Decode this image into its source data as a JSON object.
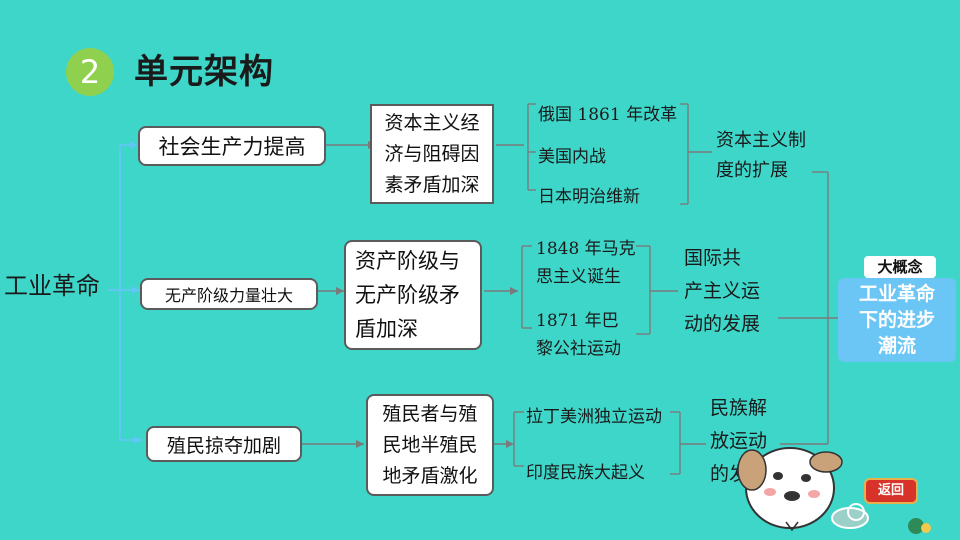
{
  "header": {
    "section_number": "2",
    "title": "单元架构"
  },
  "root": {
    "label": "工业革命"
  },
  "level1": [
    {
      "label": "社会生产力提高"
    },
    {
      "label": "无产阶级力量壮大"
    },
    {
      "label": "殖民掠夺加剧"
    }
  ],
  "level2": [
    {
      "lines": [
        "资本主义经",
        "济与阻碍因",
        "素矛盾加深"
      ]
    },
    {
      "lines": [
        "资产阶级与",
        "无产阶级矛",
        "盾加深"
      ]
    },
    {
      "lines": [
        "殖民者与殖",
        "民地半殖民",
        "地矛盾激化"
      ]
    }
  ],
  "level3": [
    {
      "items": [
        "俄国 1861 年改革",
        "美国内战",
        "日本明治维新"
      ]
    },
    {
      "items": [
        "1848 年马克",
        "思主义诞生",
        "1871 年巴",
        "黎公社运动"
      ]
    },
    {
      "items": [
        "拉丁美洲独立运动",
        "印度民族大起义"
      ]
    }
  ],
  "level4": [
    {
      "lines": [
        "资本主义制",
        "度的扩展"
      ]
    },
    {
      "lines": [
        "国际共",
        "产主义运",
        "动的发展"
      ]
    },
    {
      "lines": [
        "民族解",
        "放运动",
        "的发展"
      ]
    }
  ],
  "big_idea": {
    "tag": "大概念",
    "lines": [
      "工业革命",
      "下的进步",
      "潮流"
    ]
  },
  "nav": {
    "back_label": "返回"
  }
}
